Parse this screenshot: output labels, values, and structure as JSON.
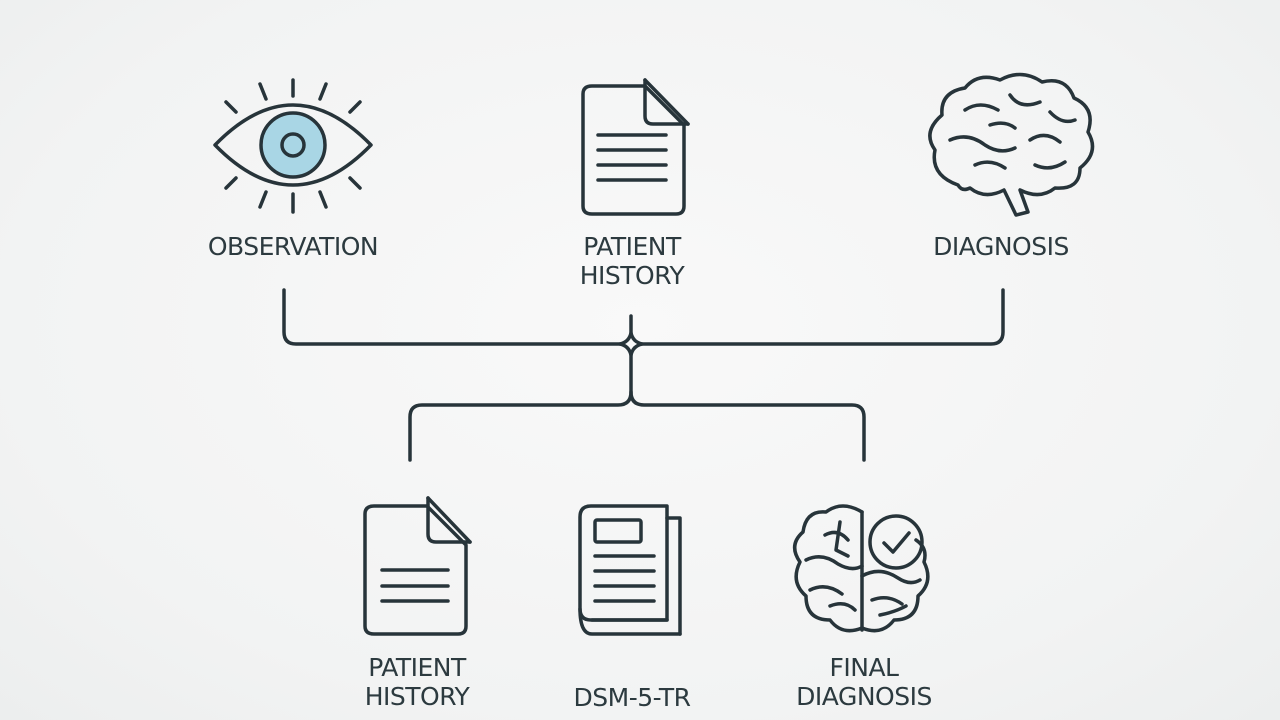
{
  "colors": {
    "stroke": "#27343a",
    "accent": "#a9d6e5",
    "text": "#2c3a3f",
    "background": "#f3f4f4"
  },
  "top_nodes": [
    {
      "id": "observation",
      "icon": "eye-icon",
      "lines": [
        "OBSERVATION"
      ]
    },
    {
      "id": "patient-history",
      "icon": "document-icon",
      "lines": [
        "PATIENT",
        "HISTORY"
      ]
    },
    {
      "id": "diagnosis",
      "icon": "brain-icon",
      "lines": [
        "DIAGNOSIS"
      ]
    }
  ],
  "bottom_nodes": [
    {
      "id": "patient-history-2",
      "icon": "document-icon",
      "lines": [
        "PATIENT",
        "HISTORY"
      ]
    },
    {
      "id": "dsm",
      "icon": "book-icon",
      "lines": [
        "DSM-5-TR"
      ]
    },
    {
      "id": "final-diagnosis",
      "icon": "brain-check-icon",
      "lines": [
        "FINAL",
        "DIAGNOSIS"
      ]
    }
  ]
}
